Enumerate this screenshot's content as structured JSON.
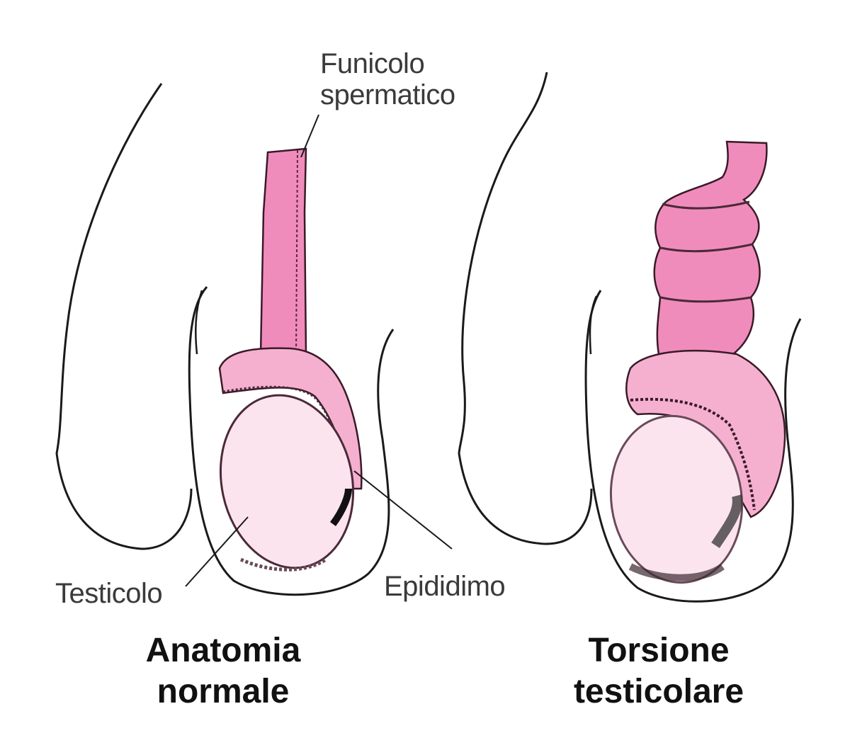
{
  "diagram": {
    "labels": {
      "cord_line1": "Funicolo",
      "cord_line2": "spermatico",
      "testicle": "Testicolo",
      "epididymis": "Epididimo"
    },
    "panels": [
      {
        "title_line1": "Anatomia",
        "title_line2": "normale"
      },
      {
        "title_line1": "Torsione",
        "title_line2": "testicolare"
      }
    ],
    "colors": {
      "cord_pink": "#f08cbc",
      "epididymis_pink": "#f5b0d0",
      "testicle_fill": "#fce4ef",
      "outline": "#1a1a1a",
      "shadow": "#4a2a38",
      "background": "#ffffff"
    }
  }
}
